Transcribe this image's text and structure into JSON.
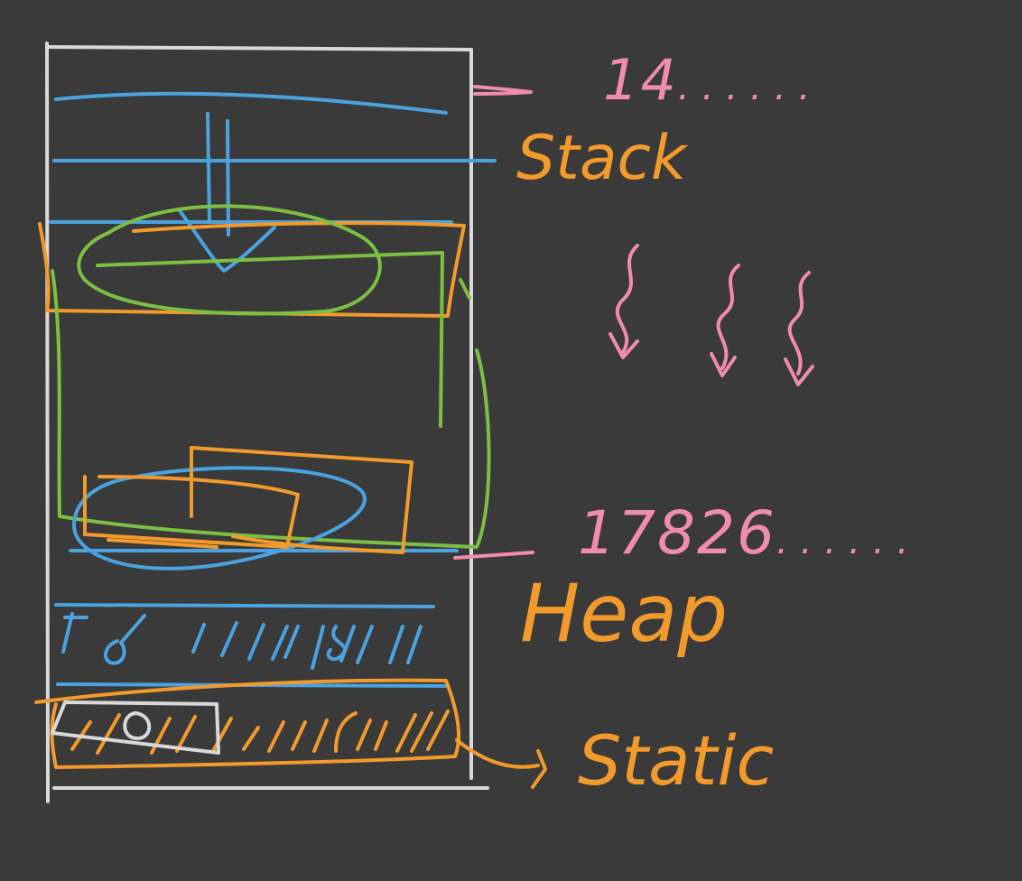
{
  "labels": {
    "stack": "Stack",
    "heap": "Heap",
    "static": "Static",
    "stack_address": "14",
    "heap_address": "17826",
    "trailing_dots": "......"
  },
  "colors": {
    "background": "#3a3a3a",
    "memory_box_outline": "#d9d9d9",
    "stack_frames": "#4aa3e0",
    "allocations": "#f39a2c",
    "references": "#7cc043",
    "addresses": "#f08cad"
  }
}
